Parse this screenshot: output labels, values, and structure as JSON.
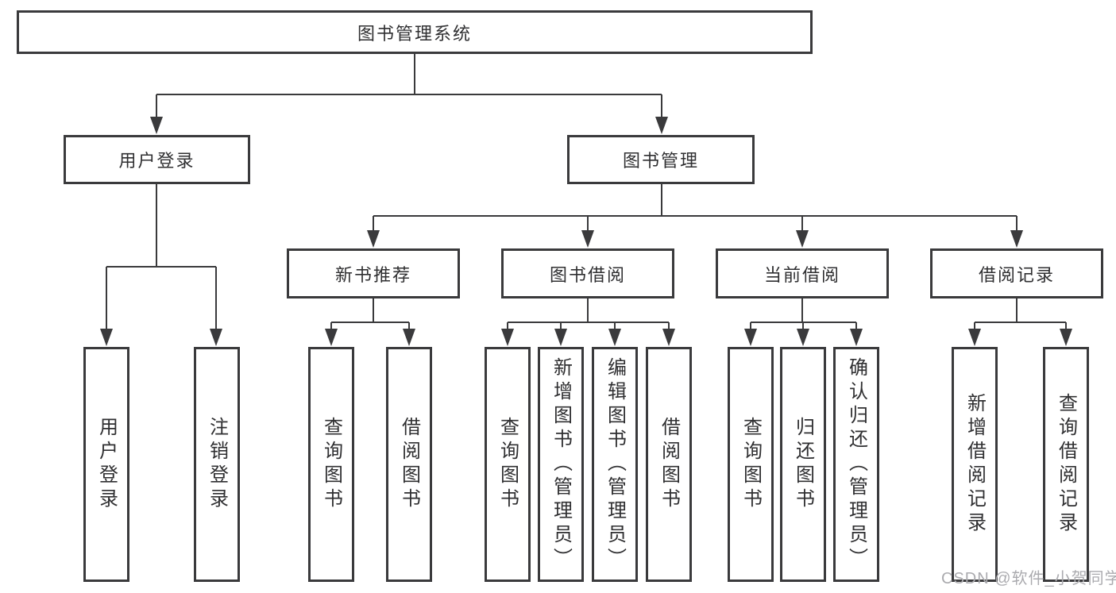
{
  "title": "图书管理系统",
  "colors": {
    "line": "#3a3a3c",
    "box_border": "#3a3a3c",
    "box_background": "#ffffff",
    "text": "#2f2f31",
    "watermark": "#ababaf",
    "page_background": "#ffffff"
  },
  "tree": {
    "root": {
      "label": "图书管理系统",
      "children": [
        {
          "label": "用户登录",
          "children": [
            {
              "label": "用户登录"
            },
            {
              "label": "注销登录"
            }
          ]
        },
        {
          "label": "图书管理",
          "children": [
            {
              "label": "新书推荐",
              "children": [
                {
                  "label": "查询图书"
                },
                {
                  "label": "借阅图书"
                }
              ]
            },
            {
              "label": "图书借阅",
              "children": [
                {
                  "label": "查询图书"
                },
                {
                  "label": "新增图书（管理员）"
                },
                {
                  "label": "编辑图书（管理员）"
                },
                {
                  "label": "借阅图书"
                }
              ]
            },
            {
              "label": "当前借阅",
              "children": [
                {
                  "label": "查询图书"
                },
                {
                  "label": "归还图书"
                },
                {
                  "label": "确认归还（管理员）"
                }
              ]
            },
            {
              "label": "借阅记录",
              "children": [
                {
                  "label": "新增借阅记录"
                },
                {
                  "label": "查询借阅记录"
                }
              ]
            }
          ]
        }
      ]
    }
  },
  "watermark": {
    "text": "CSDN @软件_小贺同学"
  }
}
